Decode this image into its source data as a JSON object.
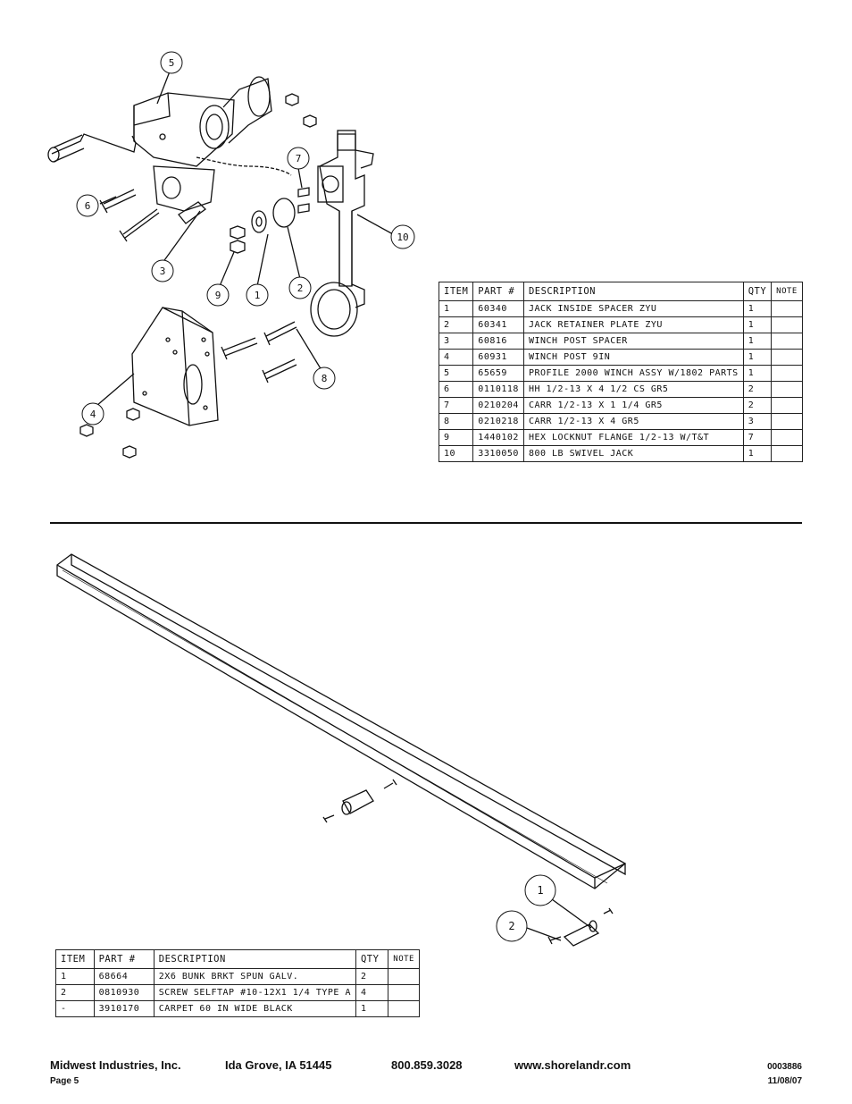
{
  "top_table": {
    "headers": [
      "ITEM",
      "PART #",
      "DESCRIPTION",
      "QTY",
      "NOTE"
    ],
    "rows": [
      {
        "item": "1",
        "part": "60340",
        "desc": "JACK INSIDE SPACER ZYU",
        "qty": "1"
      },
      {
        "item": "2",
        "part": "60341",
        "desc": "JACK RETAINER PLATE ZYU",
        "qty": "1"
      },
      {
        "item": "3",
        "part": "60816",
        "desc": "WINCH POST SPACER",
        "qty": "1"
      },
      {
        "item": "4",
        "part": "60931",
        "desc": "WINCH POST 9IN",
        "qty": "1"
      },
      {
        "item": "5",
        "part": "65659",
        "desc": "PROFILE 2000 WINCH ASSY W/1802 PARTS",
        "qty": "1"
      },
      {
        "item": "6",
        "part": "0110118",
        "desc": "HH 1/2-13 X 4 1/2 CS GR5",
        "qty": "2"
      },
      {
        "item": "7",
        "part": "0210204",
        "desc": "CARR 1/2-13 X 1 1/4 GR5",
        "qty": "2"
      },
      {
        "item": "8",
        "part": "0210218",
        "desc": "CARR 1/2-13 X 4 GR5",
        "qty": "3"
      },
      {
        "item": "9",
        "part": "1440102",
        "desc": "HEX LOCKNUT FLANGE 1/2-13 W/T&T",
        "qty": "7"
      },
      {
        "item": "10",
        "part": "3310050",
        "desc": "800 LB SWIVEL JACK",
        "qty": "1"
      }
    ]
  },
  "bottom_table": {
    "headers": [
      "ITEM",
      "PART #",
      "DESCRIPTION",
      "QTY",
      "NOTE"
    ],
    "rows": [
      {
        "item": "1",
        "part": "68664",
        "desc": "2X6 BUNK BRKT SPUN GALV.",
        "qty": "2"
      },
      {
        "item": "2",
        "part": "0810930",
        "desc": "SCREW SELFTAP #10-12X1 1/4 TYPE A",
        "qty": "4"
      },
      {
        "item": "-",
        "part": "3910170",
        "desc": "CARPET 60 IN WIDE BLACK",
        "qty": "1"
      }
    ]
  },
  "callouts_top": [
    "5",
    "7",
    "6",
    "10",
    "3",
    "9",
    "1",
    "2",
    "8",
    "4"
  ],
  "callouts_bottom": [
    "1",
    "2"
  ],
  "footer": {
    "company": "Midwest Industries, Inc.",
    "location": "Ida Grove, IA  51445",
    "phone": "800.859.3028",
    "website": "www.shorelandr.com",
    "page": "Page 5",
    "doc_number": "0003886",
    "date": "11/08/07"
  }
}
